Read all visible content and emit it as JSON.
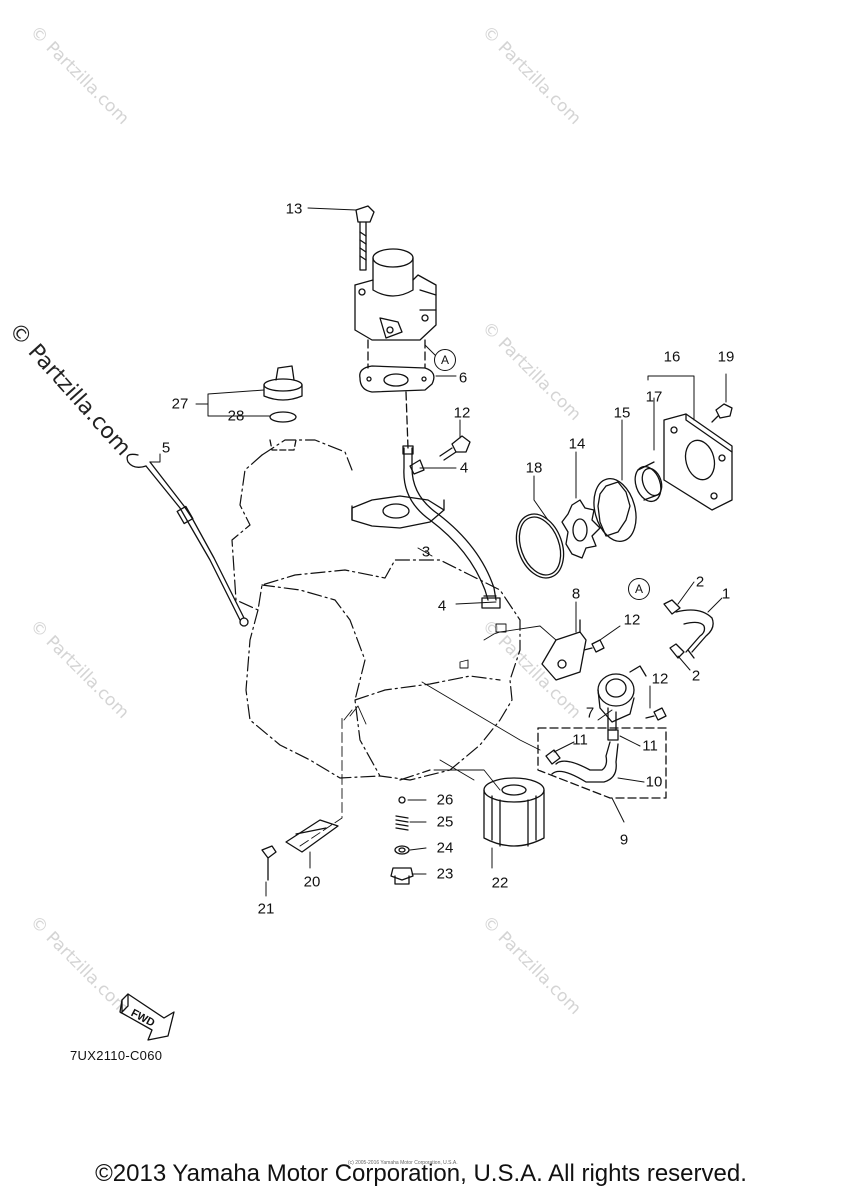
{
  "watermarks": {
    "small": "© Partzilla.com",
    "large": "© Partzilla.com"
  },
  "reference_marker": "A",
  "callouts": {
    "c1": "1",
    "c2a": "2",
    "c2b": "2",
    "c3": "3",
    "c4a": "4",
    "c4b": "4",
    "c5": "5",
    "c6": "6",
    "c7": "7",
    "c8": "8",
    "c9": "9",
    "c10": "10",
    "c11a": "11",
    "c11b": "11",
    "c12a": "12",
    "c12b": "12",
    "c12c": "12",
    "c13": "13",
    "c14": "14",
    "c15": "15",
    "c16": "16",
    "c17": "17",
    "c18": "18",
    "c19": "19",
    "c20": "20",
    "c21": "21",
    "c22": "22",
    "c23": "23",
    "c24": "24",
    "c25": "25",
    "c26": "26",
    "c27": "27",
    "c28": "28"
  },
  "fwd_label": "FWD",
  "diagram_code": "7UX2110-C060",
  "small_copyright": "(c) 2005-2016 Yamaha Motor Corporation, U.S.A.",
  "copyright": "©2013 Yamaha Motor Corporation, U.S.A. All rights reserved."
}
